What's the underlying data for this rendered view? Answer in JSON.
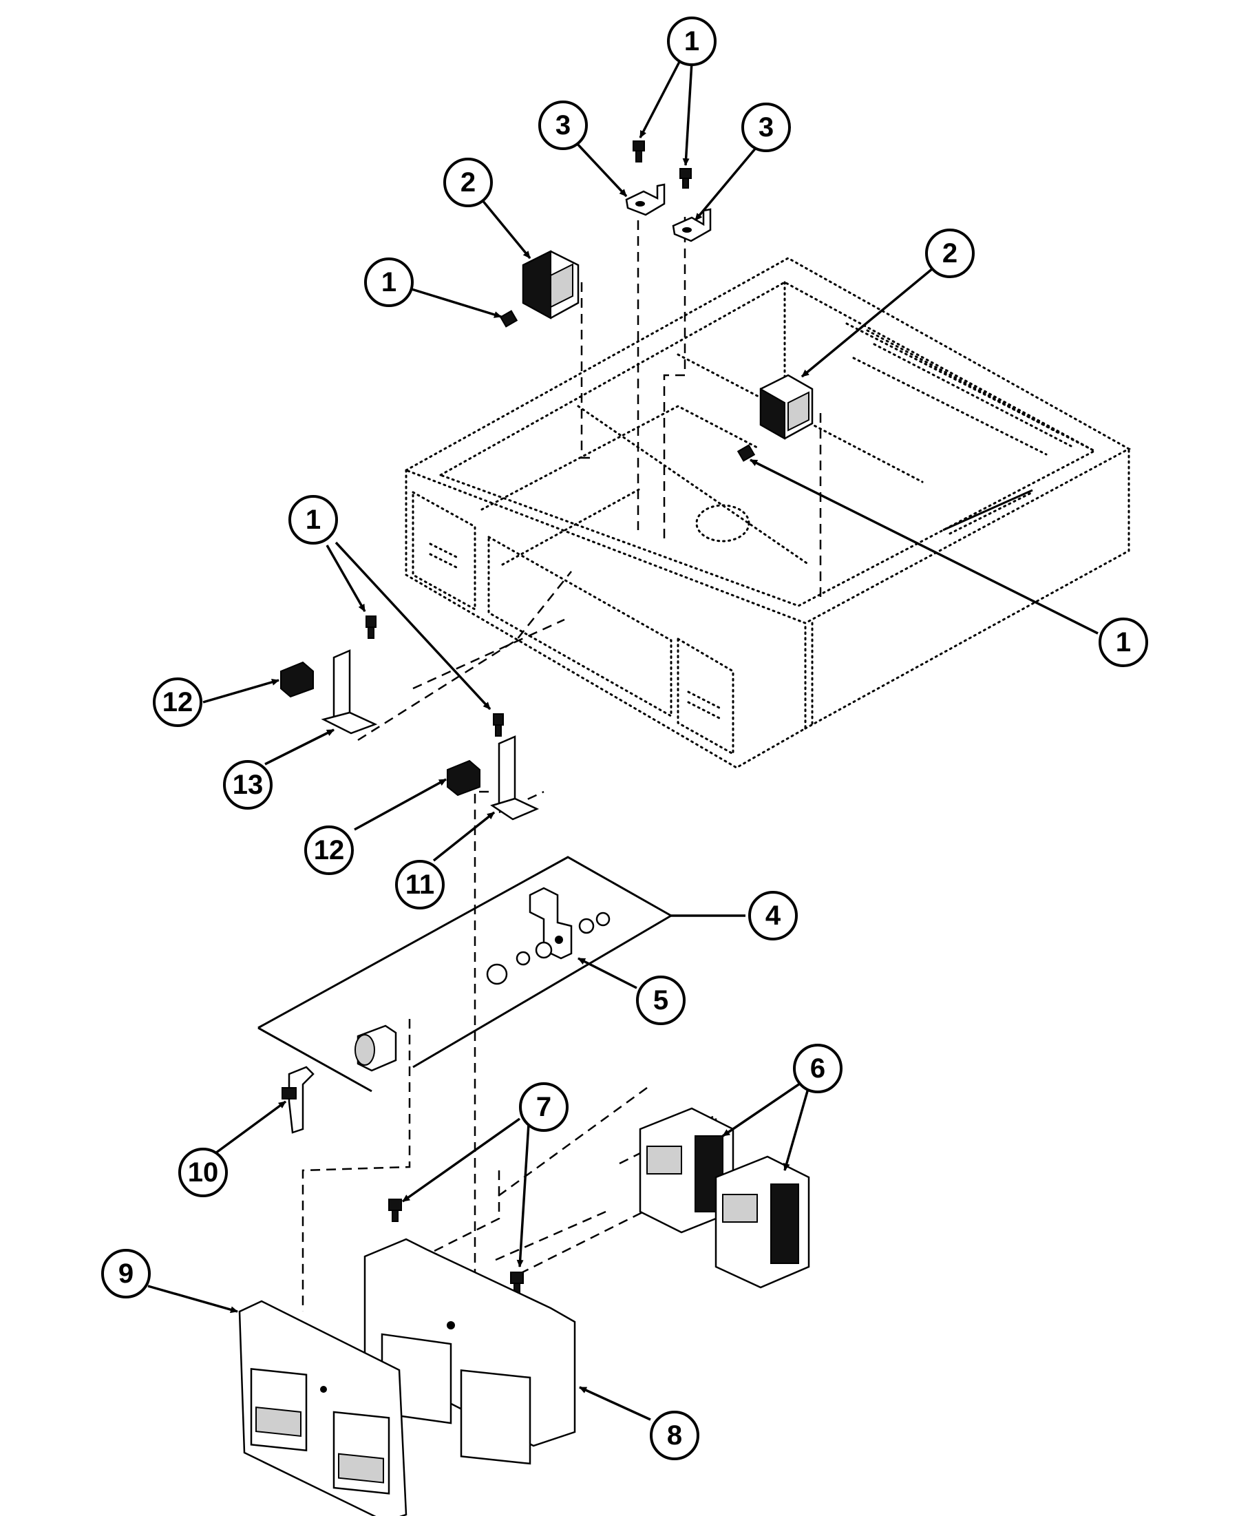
{
  "callouts": [
    {
      "id": "c1a",
      "label": "1"
    },
    {
      "id": "c3a",
      "label": "3"
    },
    {
      "id": "c3b",
      "label": "3"
    },
    {
      "id": "c2a",
      "label": "2"
    },
    {
      "id": "c1b",
      "label": "1"
    },
    {
      "id": "c2b",
      "label": "2"
    },
    {
      "id": "c1c",
      "label": "1"
    },
    {
      "id": "c1d",
      "label": "1"
    },
    {
      "id": "c12a",
      "label": "12"
    },
    {
      "id": "c13",
      "label": "13"
    },
    {
      "id": "c12b",
      "label": "12"
    },
    {
      "id": "c11",
      "label": "11"
    },
    {
      "id": "c4",
      "label": "4"
    },
    {
      "id": "c5",
      "label": "5"
    },
    {
      "id": "c6",
      "label": "6"
    },
    {
      "id": "c7",
      "label": "7"
    },
    {
      "id": "c10",
      "label": "10"
    },
    {
      "id": "c9",
      "label": "9"
    },
    {
      "id": "c8",
      "label": "8"
    }
  ]
}
